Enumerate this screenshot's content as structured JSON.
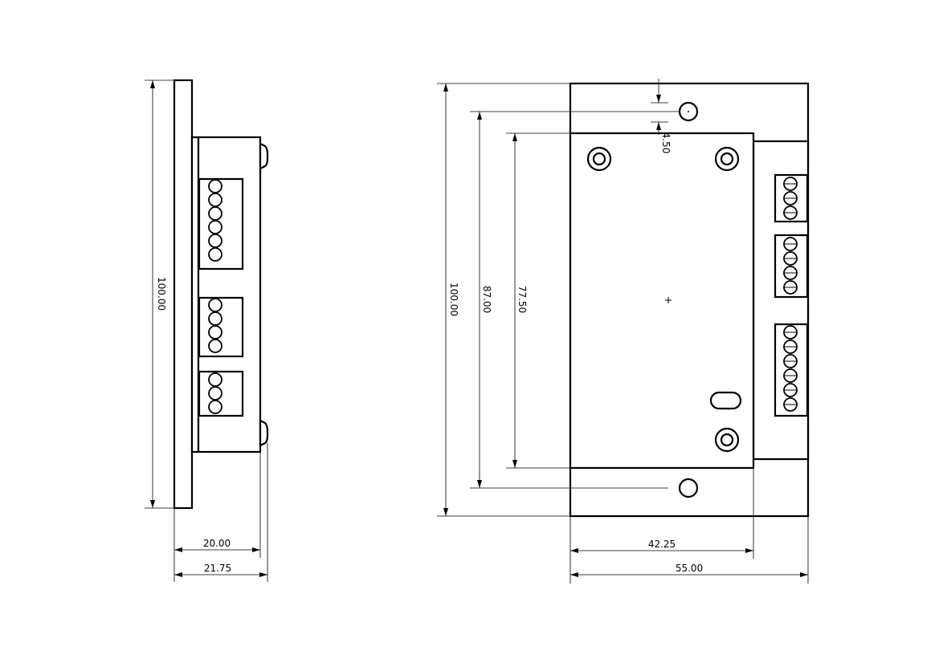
{
  "dimensions": {
    "side_height": "100.00",
    "side_width_inner": "20.00",
    "side_width_outer": "21.75",
    "front_height": "100.00",
    "hole_spacing": "87.00",
    "pcb_height": "77.50",
    "hole_offset": "4.50",
    "pcb_width": "42.25",
    "front_width": "55.00"
  },
  "colors": {
    "line": "#000000",
    "background": "#ffffff"
  }
}
